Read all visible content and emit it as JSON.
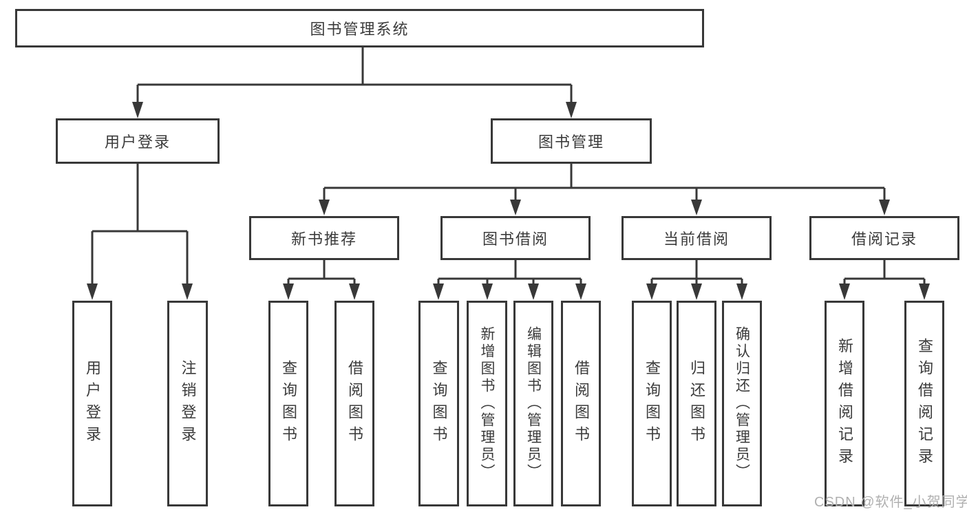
{
  "tree": {
    "root": {
      "label": "图书管理系统",
      "children": [
        {
          "label": "用户登录",
          "children": [
            {
              "label": "用户登录"
            },
            {
              "label": "注销登录"
            }
          ]
        },
        {
          "label": "图书管理",
          "children": [
            {
              "label": "新书推荐",
              "children": [
                {
                  "label": "查询图书"
                },
                {
                  "label": "借阅图书"
                }
              ]
            },
            {
              "label": "图书借阅",
              "children": [
                {
                  "label": "查询图书"
                },
                {
                  "label": "新增图书（管理员）"
                },
                {
                  "label": "编辑图书（管理员）"
                },
                {
                  "label": "借阅图书"
                }
              ]
            },
            {
              "label": "当前借阅",
              "children": [
                {
                  "label": "查询图书"
                },
                {
                  "label": "归还图书"
                },
                {
                  "label": "确认归还（管理员）"
                }
              ]
            },
            {
              "label": "借阅记录",
              "children": [
                {
                  "label": "新增借阅记录"
                },
                {
                  "label": "查询借阅记录"
                }
              ]
            }
          ]
        }
      ]
    }
  },
  "watermark": "CSDN @软件_小贺同学",
  "colors": {
    "line": "#383838",
    "text": "#3b3b3b",
    "watermark": "#b0b0b0",
    "background": "#ffffff"
  }
}
